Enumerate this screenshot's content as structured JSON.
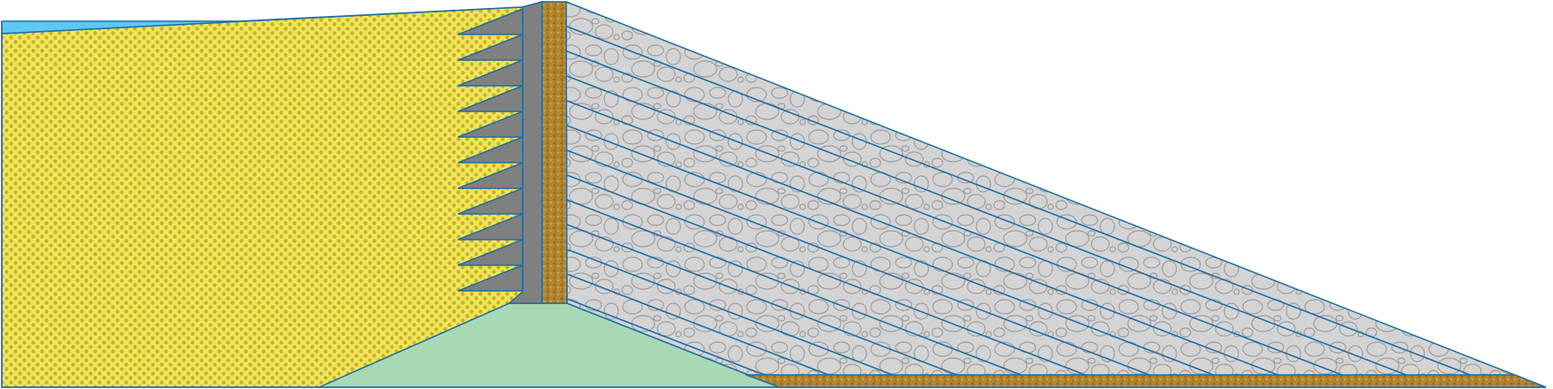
{
  "diagram": {
    "kind": "dam-cross-section",
    "labels": [],
    "materials": {
      "water": {
        "fill": "#5ec8f2"
      },
      "backfill_sand": {
        "fill": "#f2e650",
        "dots": "#b39a3a"
      },
      "sheet_pile_wall": {
        "fill": "#808080"
      },
      "filter_gravel": {
        "fill": "#b5842e",
        "speckle": "#7a5a1a"
      },
      "rockfill": {
        "fill": "#d4d4d4",
        "stone_edge": "#9e9e9e"
      },
      "foundation": {
        "fill": "#a9d9b4"
      },
      "outline": {
        "stroke": "#1d6fa8"
      }
    },
    "counts": {
      "pile_teeth": 11,
      "reinforcement_layers": 12
    }
  }
}
